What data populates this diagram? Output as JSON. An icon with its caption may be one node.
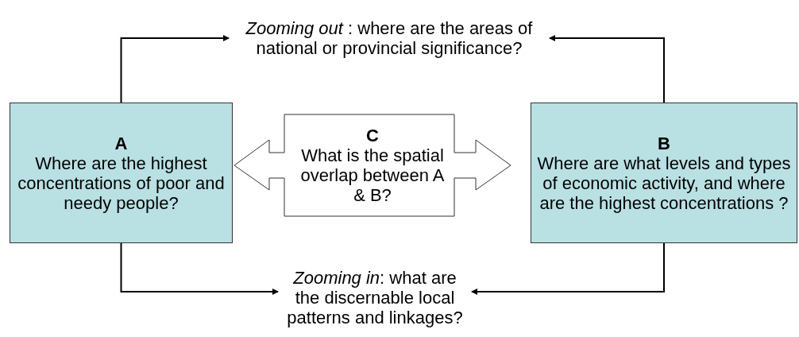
{
  "diagram": {
    "nodes": [
      {
        "text": [
          "*Zooming out* : where are the areas of national or provincial significance?"
        ]
      },
      {
        "text": [
          "A",
          "Where are the highest concentrations of poor and needy people?"
        ]
      },
      {
        "text": [
          "C",
          "What is the spatial overlap between A & B?"
        ]
      },
      {
        "text": [
          "B",
          "Where are what levels and types of economic activity, and where are the highest concentrations ?"
        ]
      },
      {
        "text": [
          "*Zooming in*: what are the discernable local patterns and linkages?"
        ]
      }
    ],
    "edges": [
      {
        "from": 1,
        "to": 0,
        "arrow": "to"
      },
      {
        "from": 3,
        "to": 0,
        "arrow": "to"
      },
      {
        "from": 1,
        "to": 4,
        "arrow": "to"
      },
      {
        "from": 3,
        "to": 4,
        "arrow": "to"
      }
    ]
  }
}
